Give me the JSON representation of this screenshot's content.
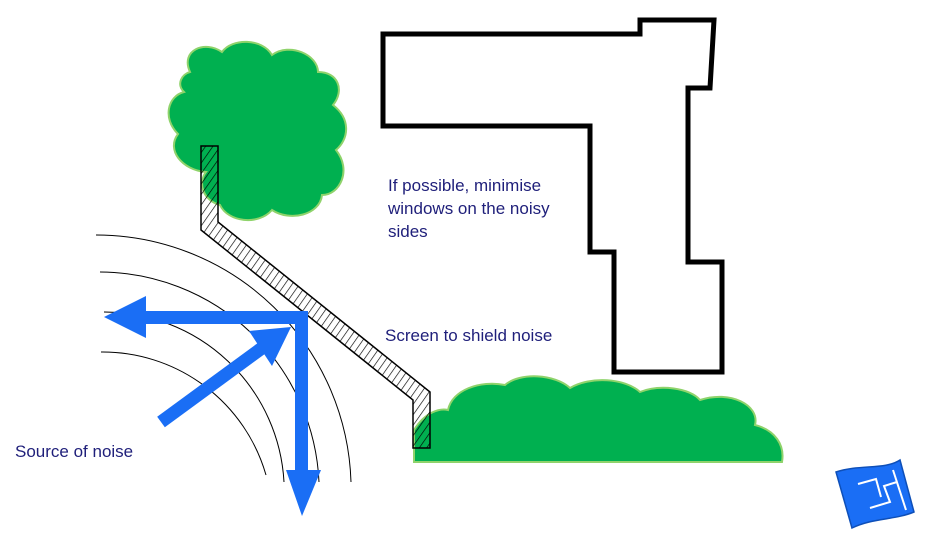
{
  "labels": {
    "windows_line1": "If possible, minimise",
    "windows_line2": "windows on the noisy",
    "windows_line3": "sides",
    "screen": "Screen to shield noise",
    "source": "Source of noise"
  },
  "colors": {
    "tree": "#00b050",
    "tree_edge": "#8fd36b",
    "arrow": "#1a6ef5",
    "text": "#1f1f7a",
    "building_outline": "#000000",
    "logo": "#1a6ef5"
  },
  "icons": {
    "logo": "blueprint-icon"
  }
}
